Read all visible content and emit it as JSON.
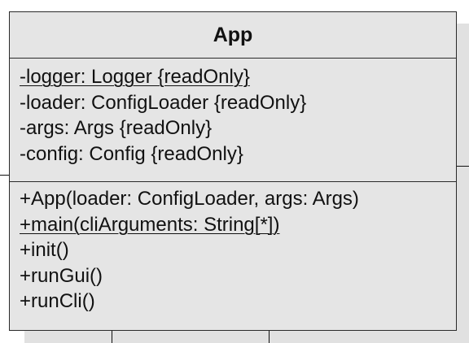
{
  "uml_class": {
    "name": "App",
    "attributes": [
      {
        "text": "-logger: Logger {readOnly}",
        "static": true
      },
      {
        "text": "-loader: ConfigLoader {readOnly}",
        "static": false
      },
      {
        "text": "-args: Args {readOnly}",
        "static": false
      },
      {
        "text": "-config: Config {readOnly}",
        "static": false
      }
    ],
    "operations": [
      {
        "text": "+App(loader: ConfigLoader, args: Args)",
        "static": false
      },
      {
        "text": "+main(cliArguments: String[*])",
        "static": true
      },
      {
        "text": "+init()",
        "static": false
      },
      {
        "text": "+runGui()",
        "static": false
      },
      {
        "text": "+runCli()",
        "static": false
      }
    ]
  },
  "colors": {
    "box_fill": "#e5e5e5",
    "shadow": "#e1e1e1",
    "line": "#2a2a2a"
  }
}
